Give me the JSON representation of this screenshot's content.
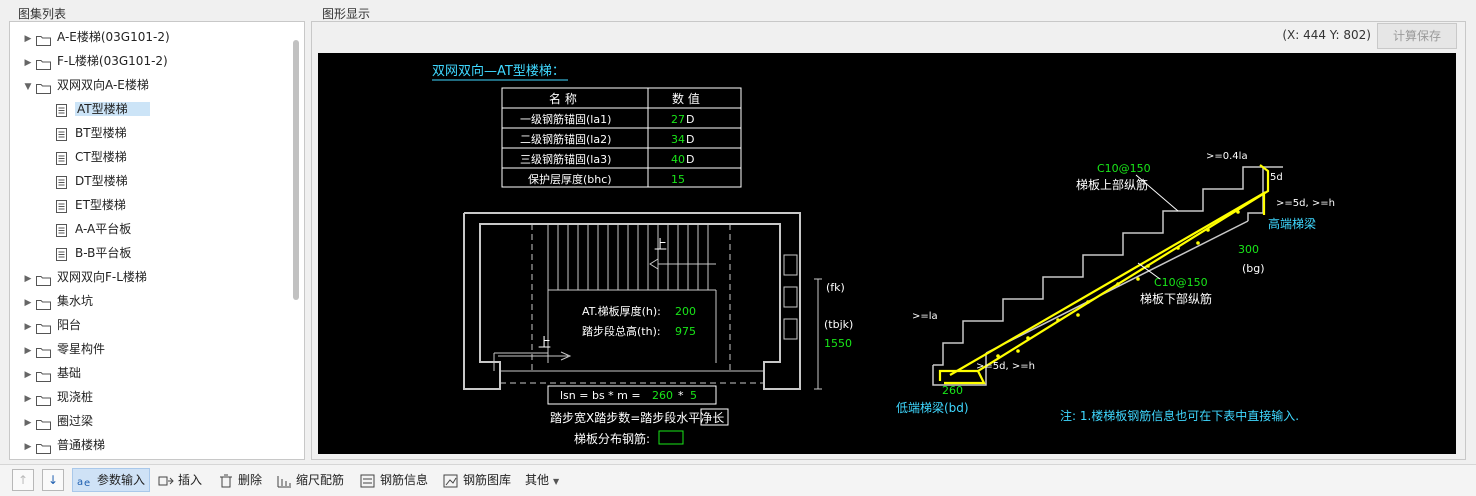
{
  "left_panel": {
    "title": "图集列表",
    "tree": [
      {
        "label": "A-E楼梯(03G101-2)",
        "type": "folder",
        "level": 0,
        "expanded": false
      },
      {
        "label": "F-L楼梯(03G101-2)",
        "type": "folder",
        "level": 0,
        "expanded": false
      },
      {
        "label": "双网双向A-E楼梯",
        "type": "folder",
        "level": 0,
        "expanded": true
      },
      {
        "label": "AT型楼梯",
        "type": "doc",
        "level": 1,
        "selected": true
      },
      {
        "label": "BT型楼梯",
        "type": "doc",
        "level": 1
      },
      {
        "label": "CT型楼梯",
        "type": "doc",
        "level": 1
      },
      {
        "label": "DT型楼梯",
        "type": "doc",
        "level": 1
      },
      {
        "label": "ET型楼梯",
        "type": "doc",
        "level": 1
      },
      {
        "label": "A-A平台板",
        "type": "doc",
        "level": 1
      },
      {
        "label": "B-B平台板",
        "type": "doc",
        "level": 1
      },
      {
        "label": "双网双向F-L楼梯",
        "type": "folder",
        "level": 0,
        "expanded": false
      },
      {
        "label": "集水坑",
        "type": "folder",
        "level": 0,
        "expanded": false
      },
      {
        "label": "阳台",
        "type": "folder",
        "level": 0,
        "expanded": false
      },
      {
        "label": "零星构件",
        "type": "folder",
        "level": 0,
        "expanded": false
      },
      {
        "label": "基础",
        "type": "folder",
        "level": 0,
        "expanded": false
      },
      {
        "label": "现浇桩",
        "type": "folder",
        "level": 0,
        "expanded": false
      },
      {
        "label": "圈过梁",
        "type": "folder",
        "level": 0,
        "expanded": false
      },
      {
        "label": "普通楼梯",
        "type": "folder",
        "level": 0,
        "expanded": false
      }
    ]
  },
  "right_panel": {
    "title": "图形显示",
    "coord_text": "(X: 444 Y: 802)",
    "save_button": "计算保存"
  },
  "drawing": {
    "title": "双网双向—AT型楼梯：",
    "table": {
      "headers": [
        "名  称",
        "数  值"
      ],
      "rows": [
        {
          "name": "一级钢筋锚固(la1)",
          "value": "27",
          "unit": "D"
        },
        {
          "name": "二级钢筋锚固(la2)",
          "value": "34",
          "unit": "D"
        },
        {
          "name": "三级钢筋锚固(la3)",
          "value": "40",
          "unit": "D"
        },
        {
          "name": "保护层厚度(bhc)",
          "value": "15",
          "unit": ""
        }
      ]
    },
    "plan": {
      "up_label_1": "上",
      "up_label_2": "上",
      "thickness_label": "AT.梯板厚度(h):",
      "thickness_value": "200",
      "height_label": "踏步段总高(th):",
      "height_value": "975",
      "fk": "(fk)",
      "tbjk": "(tbjk)",
      "tbjk_value": "1550",
      "lsn_prefix": "lsn = bs * m =",
      "lsn_bs": "260",
      "lsn_star": "*",
      "lsn_m": "5",
      "step_formula": "踏步宽X踏步数=踏步段水平净长",
      "dist_bar_label": "梯板分布钢筋:"
    },
    "section": {
      "top_anchor": ">=0.4la",
      "top_5d": "5d",
      "top_rebar_spec": "C10@150",
      "top_rebar_name": "梯板上部纵筋",
      "high_cond": ">=5d, >=h",
      "high_beam": "高端梯梁",
      "bg_value": "300",
      "bg_label": "(bg)",
      "bottom_rebar_spec": "C10@150",
      "bottom_rebar_name": "梯板下部纵筋",
      "low_anchor": ">=la",
      "low_cond": ">=5d, >=h",
      "bd_value": "260",
      "low_beam": "低端梯梁(bd)",
      "note": "注: 1.楼梯板钢筋信息也可在下表中直接输入."
    },
    "colors": {
      "cyan": "#3fd8ff",
      "green": "#19e619",
      "yellow": "#ffff00",
      "white": "#ffffff",
      "gray": "#c8c8c8"
    }
  },
  "toolbar": {
    "up_icon": "arrow-up-icon",
    "down_icon": "arrow-down-icon",
    "items": [
      {
        "label": "参数输入",
        "icon": "param-input-icon",
        "active": true
      },
      {
        "label": "插入",
        "icon": "insert-icon"
      },
      {
        "label": "删除",
        "icon": "trash-icon"
      },
      {
        "label": "缩尺配筋",
        "icon": "scale-rebar-icon"
      },
      {
        "label": "钢筋信息",
        "icon": "rebar-info-icon"
      },
      {
        "label": "钢筋图库",
        "icon": "rebar-library-icon"
      },
      {
        "label": "其他",
        "icon": "chevron-down-icon"
      }
    ]
  }
}
